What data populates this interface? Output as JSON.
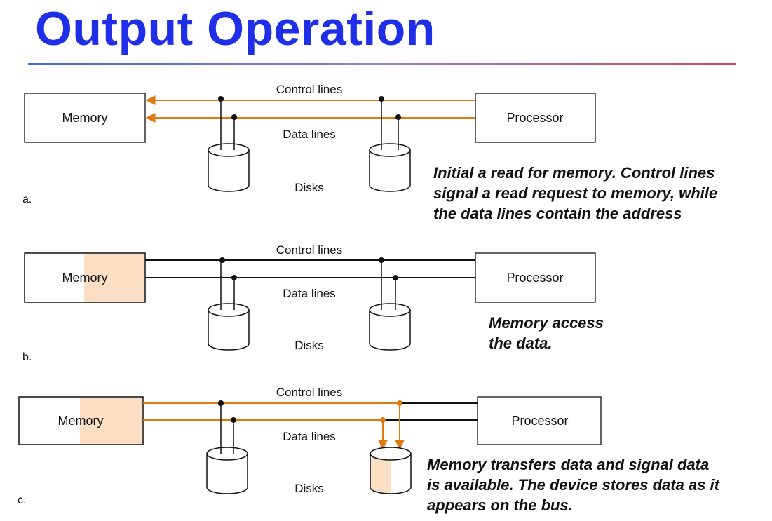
{
  "title": "Output Operation",
  "colors": {
    "title": "#1f2fe8",
    "bus_active": "#e07a10",
    "highlight": "#fbdfc4"
  },
  "panels": [
    {
      "step": "a.",
      "memory": "Memory",
      "processor": "Processor",
      "control_lines": "Control lines",
      "data_lines": "Data lines",
      "disks": "Disks",
      "caption": [
        "Initial a read for memory. Control lines",
        "signal a read request  to memory, while",
        "the data lines contain the address"
      ]
    },
    {
      "step": "b.",
      "memory": "Memory",
      "processor": "Processor",
      "control_lines": "Control lines",
      "data_lines": "Data lines",
      "disks": "Disks",
      "caption": [
        "Memory access",
        "the data."
      ]
    },
    {
      "step": "c.",
      "memory": "Memory",
      "processor": "Processor",
      "control_lines": "Control lines",
      "data_lines": "Data lines",
      "disks": "Disks",
      "caption": [
        "Memory transfers data and signal data",
        "is available. The device stores data as it",
        "appears on the bus."
      ]
    }
  ]
}
